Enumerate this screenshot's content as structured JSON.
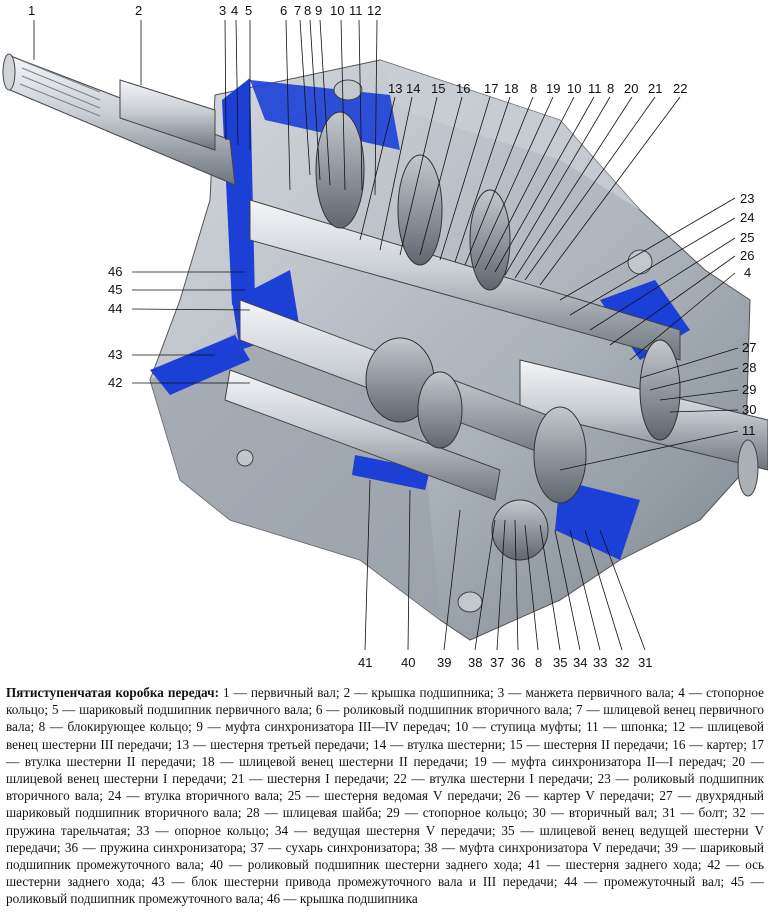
{
  "figure": {
    "callout_numbers": {
      "top": [
        "1",
        "2",
        "3",
        "4",
        "5",
        "6",
        "7",
        "8",
        "9",
        "10",
        "11",
        "12"
      ],
      "upper": [
        "13",
        "14",
        "15",
        "16",
        "17",
        "18",
        "8",
        "19",
        "10",
        "11",
        "8",
        "20",
        "21",
        "22"
      ],
      "right": [
        "23",
        "24",
        "25",
        "26",
        "4",
        "27",
        "28",
        "29",
        "30",
        "11"
      ],
      "left": [
        "46",
        "45",
        "44",
        "43",
        "42"
      ],
      "bottom": [
        "41",
        "40",
        "39",
        "38",
        "37",
        "36",
        "8",
        "35",
        "34",
        "33",
        "32",
        "31"
      ]
    }
  },
  "caption": {
    "title": "Пятиступенчатая коробка передач:",
    "text": " 1 — первичный вал; 2 — крышка подшипника; 3 — манжета первичного вала; 4 — стопорное кольцо; 5 — шариковый подшипник первичного вала; 6 — роликовый подшипник вторичного вала; 7 — шлицевой венец первичного вала; 8 — блокирующее кольцо; 9 — муфта синхронизатора III—IV передач; 10 — ступица муфты; 11 — шпонка; 12 — шлицевой венец шестерни III передачи; 13 — шестерня третьей передачи; 14 — втулка шестерни; 15 — шестерня II передачи; 16 — картер; 17 — втулка шестерни II передачи; 18 — шлицевой венец шестерни II передачи; 19 — муфта синхронизатора II—I передач; 20 — шлицевой венец шестерни I передачи; 21 — шестерня I передачи; 22 — втулка шестерни I передачи; 23 — роликовый подшипник вторичного вала; 24 — втулка вторичного вала; 25 — шестерня ведомая V передачи; 26 — картер V передачи; 27 — двухрядный шариковый подшипник вторичного вала; 28 — шлицевая шайба; 29 — стопорное кольцо; 30 — вторичный вал; 31 — болт; 32 — пружина тарельчатая; 33 — опорное кольцо; 34 — ведущая шестерня V передачи; 35 — шлицевой венец ведущей шестерни V передачи; 36 — пружина синхронизатора; 37 — сухарь синхронизатора; 38 — муфта синхронизатора V передачи; 39 — шариковый подшипник промежуточного вала; 40 — роликовый подшипник шестерни заднего хода; 41 — шестерня заднего хода; 42 — ось шестерни заднего хода; 43 — блок шестерни привода промежуточного вала и III передачи; 44 — промежуточный вал; 45 — роликовый подшипник промежуточного вала; 46 — крышка подшипника"
  },
  "colors": {
    "housing": "#b9bfc6",
    "housing_dark": "#6f7780",
    "section_blue": "#1c3fd6",
    "steel": "#d9dde2",
    "gear": "#8d949c"
  }
}
